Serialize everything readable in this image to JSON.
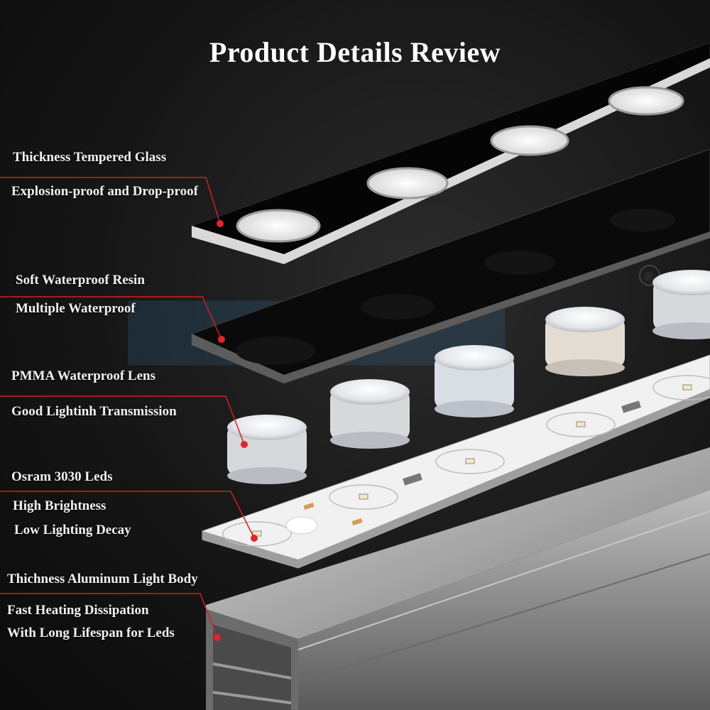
{
  "title": "Product Details Review",
  "colors": {
    "leader_line": "#d21f1f",
    "dot": "#e0262b",
    "background": "#161616",
    "aluminum": "#9a9a9a",
    "pcb": "#f3f3f3"
  },
  "groups": [
    {
      "name": "glass",
      "lines": [
        "Thickness Tempered Glass",
        "Explosion-proof and Drop-proof"
      ]
    },
    {
      "name": "resin",
      "lines": [
        "Soft Waterproof Resin",
        "Multiple Waterproof"
      ]
    },
    {
      "name": "lens",
      "lines": [
        "PMMA Waterproof Lens",
        "Good Lightinh Transmission"
      ]
    },
    {
      "name": "leds",
      "lines": [
        "Osram 3030 Leds",
        "High Brightness",
        "Low Lighting Decay"
      ]
    },
    {
      "name": "body",
      "lines": [
        "Thichness Aluminum Light Body",
        "Fast Heating Dissipation",
        "With Long Lifespan for Leds"
      ]
    }
  ],
  "watermark": {
    "registered_mark": "®"
  }
}
